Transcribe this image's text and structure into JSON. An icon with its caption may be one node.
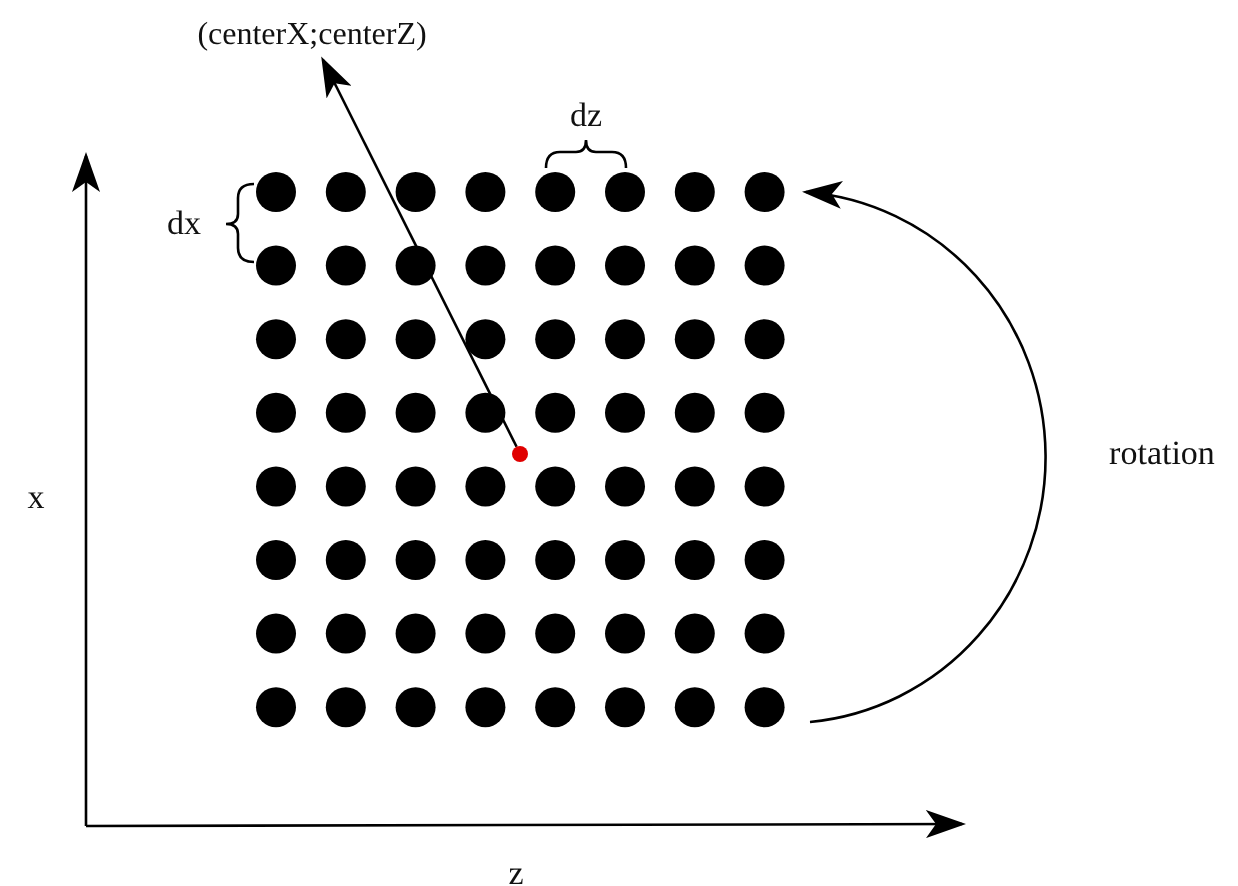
{
  "diagram": {
    "nodes": [
      {
        "text": [
          "(centerX;centerZ)"
        ]
      },
      {
        "text": [],
        "shape": "circle"
      }
    ],
    "edges": [
      {
        "from": 1,
        "to": 0,
        "arrow": "to"
      }
    ],
    "labels": [
      "dz",
      "dx",
      "rotation",
      "x",
      "z"
    ]
  }
}
